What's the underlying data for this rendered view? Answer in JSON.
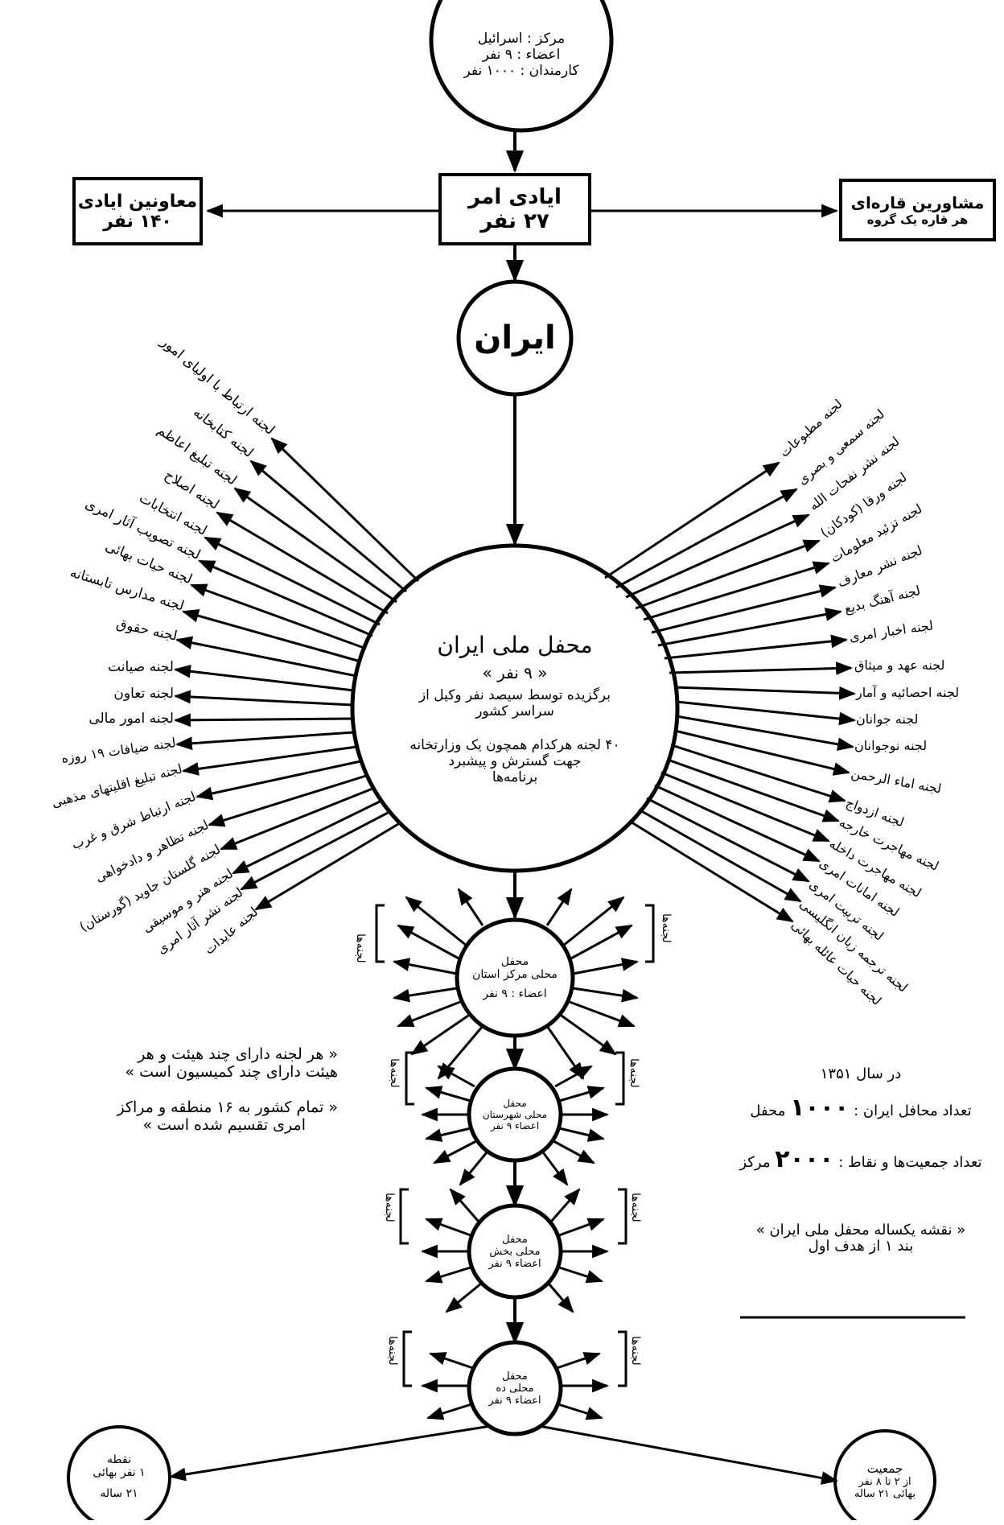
{
  "top_circle": {
    "line1": "مرکز : اسرائیل",
    "line2": "اعضاء : ۹ نفر",
    "line3": "کارمندان : ۱۰۰۰ نفر"
  },
  "left_box": {
    "title": "معاونین ایادی",
    "count": "۱۴۰ نفر"
  },
  "center_box": {
    "title": "ایادی امر",
    "count": "۲۷ نفر"
  },
  "right_box": {
    "title": "مشاورین قاره‌ای",
    "subtitle": "هر قاره یک گروه"
  },
  "iran_circle": {
    "label": "ایران"
  },
  "main_circle": {
    "title": "محفل ملی ایران",
    "members": "« ۹ نفر »",
    "desc1": "برگزیده توسط سیصد نفر وکیل از",
    "desc2": "سراسر کشور",
    "desc3": "۴۰ لجنه هرکدام همچون یک وزارتخانه",
    "desc4": "جهت گسترش و پیشبرد",
    "desc5": "برنامه‌ها"
  },
  "left_committees": [
    "لجنه ارتباط با اولیای امور",
    "لجنه کتابخانه",
    "لجنه تبلیغ اعاظم",
    "لجنه اصلاح",
    "لجنه انتخابات",
    "لجنه تصویب آثار امری",
    "لجنه حیات بهائی",
    "لجنه مدارس تابستانه",
    "لجنه حقوق",
    "لجنه صیانت",
    "لجنه تعاون",
    "لجنه امور مالی",
    "لجنه ضیافات ۱۹ روزه",
    "لجنه تبلیغ اقلیتهای مذهبی",
    "لجنه ارتباط شرق و غرب",
    "لجنه تظاهر و دادخواهی",
    "لجنه گلستان جاوید (گورستان)",
    "لجنه هنر و موسیقی",
    "لجنه نشر آثار امری",
    "لجنه عایدات"
  ],
  "right_committees": [
    "لجنه مطبوعات",
    "لجنه سمعی و بصری",
    "لجنه نشر نفحات الله",
    "لجنه ورقا (کودکان)",
    "لجنه تزئید معلومات",
    "لجنه نشر معارف",
    "لجنه آهنگ بدیع",
    "لجنه اخبار امری",
    "لجنه عهد و میثاق",
    "لجنه احصائیه و آمار",
    "لجنه جوانان",
    "لجنه نوجوانان",
    "لجنه اماء الرحمن",
    "لجنه ازدواج",
    "لجنه مهاجرت خارجه",
    "لجنه مهاجرت داخله",
    "لجنه امانات امری",
    "لجنه تربیت امری",
    "لجنه ترجمه زبان انگلیسی",
    "لجنه حیات عائله بهائی"
  ],
  "sub_circles": [
    {
      "line1": "محفل",
      "line2": "محلی مرکز استان",
      "line3": "اعضاء : ۹ نفر",
      "side_label": "لجنه‌ها"
    },
    {
      "line1": "محفل",
      "line2": "محلی شهرستان",
      "line3": "اعضاء ۹ نفر",
      "side_label": "لجنه‌ها"
    },
    {
      "line1": "محفل",
      "line2": "محلی بخش",
      "line3": "اعضاء ۹ نفر",
      "side_label": "لجنه‌ها"
    },
    {
      "line1": "محفل",
      "line2": "محلی ده",
      "line3": "اعضاء ۹ نفر",
      "side_label": "لجنه‌ها"
    }
  ],
  "left_note": {
    "line1": "« هر لجنه دارای چند هیئت و هر",
    "line2": "هیئت دارای چند کمیسیون است »",
    "line3": "« تمام کشور به ۱۶ منطقه و مراکز",
    "line4": "امری تقسیم شده است »"
  },
  "right_note": {
    "year": "در سال ۱۳۵۱",
    "stat1_label": "تعداد محافل ایران :",
    "stat1_value": "۱۰۰۰",
    "stat1_unit": "محفل",
    "stat2_label": "تعداد جمعیت‌ها و نقاط :",
    "stat2_value": "۲۰۰۰",
    "stat2_unit": "مرکز",
    "plan1": "« نقشه یکساله محفل ملی ایران »",
    "plan2": "بند ۱ از هدف اول"
  },
  "bottom_left_circle": {
    "line1": "نقطه",
    "line2": "۱ نفر بهائی",
    "line3": "۲۱ ساله"
  },
  "bottom_right_circle": {
    "line1": "جمعیت",
    "line2": "از ۲ تا ۸ نفر",
    "line3": "بهائی ۲۱ ساله"
  }
}
